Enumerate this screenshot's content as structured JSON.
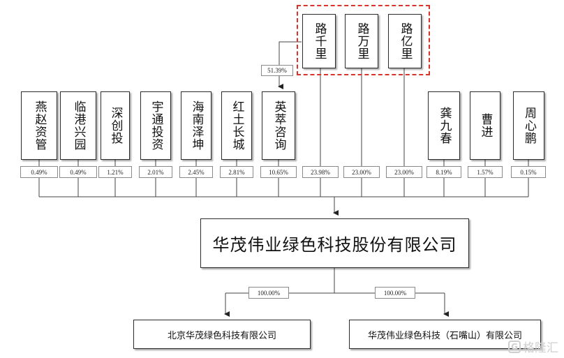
{
  "shareholders_top": [
    {
      "name": "路千里"
    },
    {
      "name": "路万里"
    },
    {
      "name": "路亿里"
    }
  ],
  "shareholders_row": [
    {
      "name": "燕赵资管",
      "pct": "0.49%"
    },
    {
      "name": "临港兴园",
      "pct": "0.49%"
    },
    {
      "name": "深创投",
      "pct": "1.21%"
    },
    {
      "name": "宇通投资",
      "pct": "2.01%"
    },
    {
      "name": "海南泽坤",
      "pct": "2.45%"
    },
    {
      "name": "红土长城",
      "pct": "2.81%"
    },
    {
      "name": "英萃咨询",
      "pct": "10.65%"
    },
    {
      "name": "龚九春",
      "pct": "8.19%"
    },
    {
      "name": "曹进",
      "pct": "1.57%"
    },
    {
      "name": "周心鹏",
      "pct": "0.15%"
    }
  ],
  "top_pcts": [
    "23.98%",
    "23.00%",
    "23.00%"
  ],
  "yingcui_stake": "51.39%",
  "company": "华茂伟业绿色科技股份有限公司",
  "subsidiaries": [
    {
      "name": "北京华茂绿色科技有限公司",
      "pct": "100.00%"
    },
    {
      "name": "华茂伟业绿色科技（石嘴山）有限公司",
      "pct": "100.00%"
    }
  ],
  "watermark": "格隆汇",
  "watermark_logo": "G"
}
